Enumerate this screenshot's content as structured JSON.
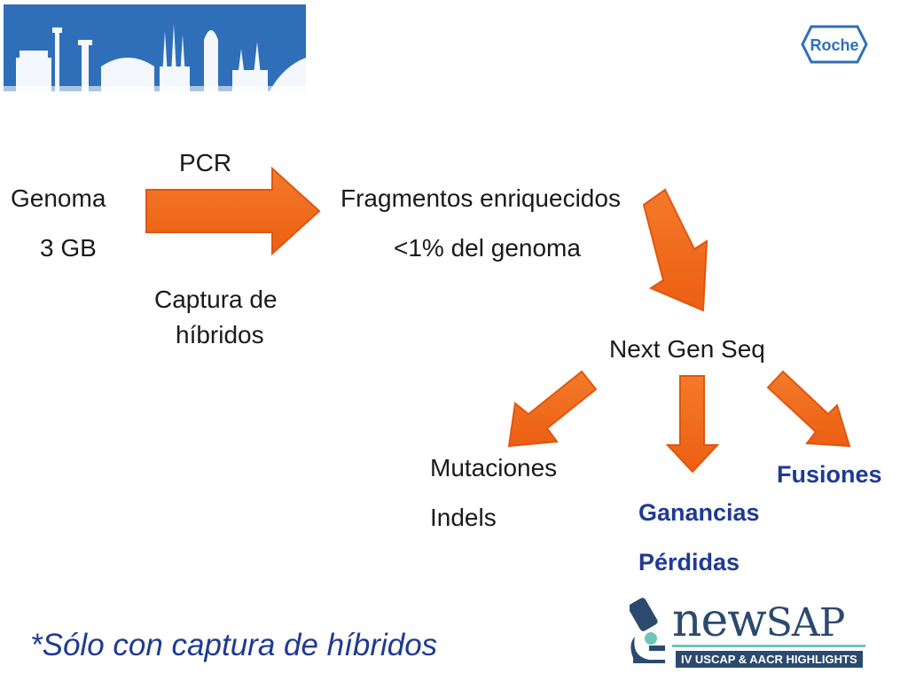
{
  "header": {
    "roche_logo_text": "Roche"
  },
  "diagram": {
    "nodes": {
      "pcr": "PCR",
      "genoma": "Genoma",
      "genoma_size": "3 GB",
      "captura_line1": "Captura de",
      "captura_line2": "híbridos",
      "fragmentos": "Fragmentos enriquecidos",
      "fragmentos_pct": "<1% del genoma",
      "ngs": "Next Gen Seq",
      "mutaciones": "Mutaciones",
      "indels": "Indels",
      "ganancias": "Ganancias",
      "perdidas": "Pérdidas",
      "fusiones": "Fusiones"
    },
    "colors": {
      "arrow_fill": "#f26a1b",
      "arrow_stroke": "#e0560f",
      "highlight_text": "#1f3a93"
    }
  },
  "footnote": "*Sólo con captura de híbridos",
  "footer_logo": {
    "wordmark_main": "new",
    "wordmark_caps": "SAP",
    "subtitle": "IV USCAP & AACR HIGHLIGHTS"
  }
}
